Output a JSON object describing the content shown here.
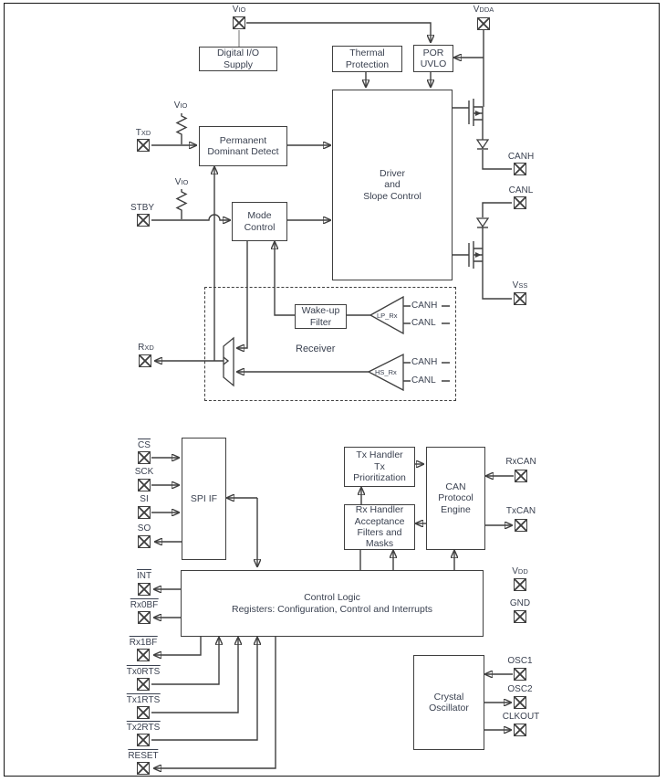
{
  "blocks": {
    "digital_io_supply": "Digital I/O\nSupply",
    "thermal_protection": "Thermal\nProtection",
    "por_uvlo": "POR\nUVLO",
    "permanent_dominant_detect": "Permanent\nDominant Detect",
    "driver_slope_control": "Driver\nand\nSlope Control",
    "mode_control": "Mode\nControl",
    "wakeup_filter": "Wake-up\nFilter",
    "spi_if": "SPI IF",
    "tx_handler": "Tx Handler\nTx\nPrioritization",
    "rx_handler": "Rx Handler\nAcceptance\nFilters and\nMasks",
    "can_protocol_engine": "CAN\nProtocol\nEngine",
    "control_logic": "Control Logic\nRegisters: Configuration, Control and Interrupts",
    "crystal_oscillator": "Crystal\nOscillator"
  },
  "receiver": {
    "label": "Receiver",
    "lp": "LP_Rx",
    "hs": "HS_Rx",
    "lp_canh": "CANH",
    "lp_canl": "CANL",
    "hs_canh": "CANH",
    "hs_canl": "CANL"
  },
  "pins": {
    "vio_top": {
      "t1": "V",
      "t2": "IO"
    },
    "vdda": {
      "t1": "V",
      "t2": "DDA"
    },
    "txd": {
      "t1": "T",
      "t2": "XD"
    },
    "vio_txd": {
      "t1": "V",
      "t2": "IO"
    },
    "stby": {
      "label": "STBY"
    },
    "vio_stby": {
      "t1": "V",
      "t2": "IO"
    },
    "canh": {
      "label": "CANH"
    },
    "canl": {
      "label": "CANL"
    },
    "vss": {
      "t1": "V",
      "t2": "SS"
    },
    "rxd": {
      "t1": "R",
      "t2": "XD"
    },
    "cs": {
      "label": "CS"
    },
    "sck": {
      "label": "SCK"
    },
    "si": {
      "label": "SI"
    },
    "so": {
      "label": "SO"
    },
    "int": {
      "label": "INT"
    },
    "rx0bf": {
      "label": "Rx0BF"
    },
    "rx1bf": {
      "label": "Rx1BF"
    },
    "tx0rts": {
      "label": "Tx0RTS"
    },
    "tx1rts": {
      "label": "Tx1RTS"
    },
    "tx2rts": {
      "label": "Tx2RTS"
    },
    "reset": {
      "label": "RESET"
    },
    "rxcan": {
      "label": "RxCAN"
    },
    "txcan": {
      "label": "TxCAN"
    },
    "vdd": {
      "t1": "V",
      "t2": "DD"
    },
    "gnd": {
      "label": "GND"
    },
    "osc1": {
      "label": "OSC1"
    },
    "osc2": {
      "label": "OSC2"
    },
    "clkout": {
      "label": "CLKOUT"
    }
  },
  "colors": {
    "line": "#3f3f3f",
    "text": "#3a4150",
    "page_border": "#151515",
    "background": "#ffffff"
  }
}
